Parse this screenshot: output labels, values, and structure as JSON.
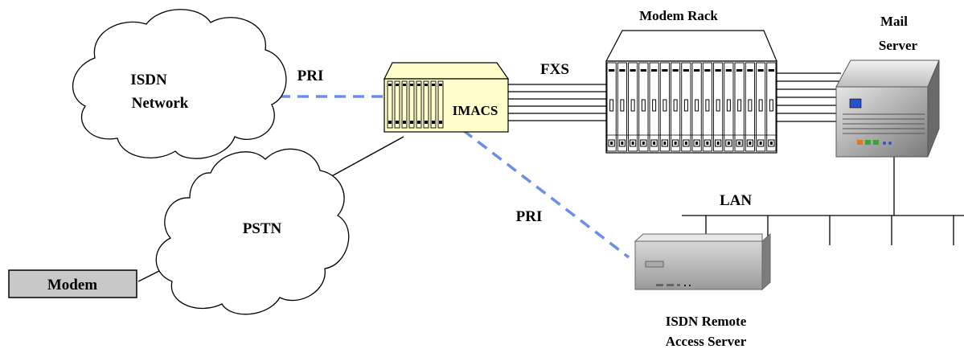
{
  "diagram": {
    "isdn_network": {
      "line1": "ISDN",
      "line2": "Network"
    },
    "pstn": {
      "label": "PSTN"
    },
    "modem": {
      "label": "Modem"
    },
    "imacs": {
      "label": "IMACS"
    },
    "modem_rack": {
      "label": "Modem Rack"
    },
    "mail_server": {
      "line1": "Mail",
      "line2": "Server"
    },
    "remote_access_server": {
      "line1": "ISDN Remote",
      "line2": "Access Server"
    },
    "links": {
      "pri_top": "PRI",
      "pri_bottom": "PRI",
      "fxs": "FXS",
      "lan": "LAN"
    },
    "colors": {
      "pri_link": "#6a8ee8",
      "device_light": "#d9d9d9",
      "device_dark": "#8c8c8c",
      "imacs_yellow": "#ffffcc",
      "server_blue": "#2850c8",
      "led_orange": "#e07820",
      "led_green": "#40a040",
      "led_blue": "#3050d0"
    }
  }
}
